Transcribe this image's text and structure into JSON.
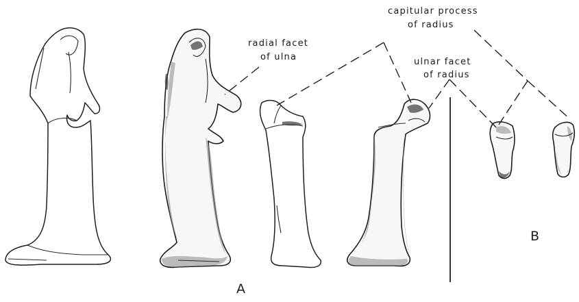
{
  "labels": {
    "radial_facet_line1": "radial facet",
    "radial_facet_line2": "of ulna",
    "capitular_line1": "capitular process",
    "capitular_line2": "of radius",
    "ulnar_facet_line1": "ulnar facet",
    "ulnar_facet_line2": "of radius"
  },
  "panels": {
    "a": "A",
    "b": "B"
  },
  "colors": {
    "ink": "#1e1e1e",
    "paper": "#ffffff",
    "stipple": "#8a8a8a"
  }
}
